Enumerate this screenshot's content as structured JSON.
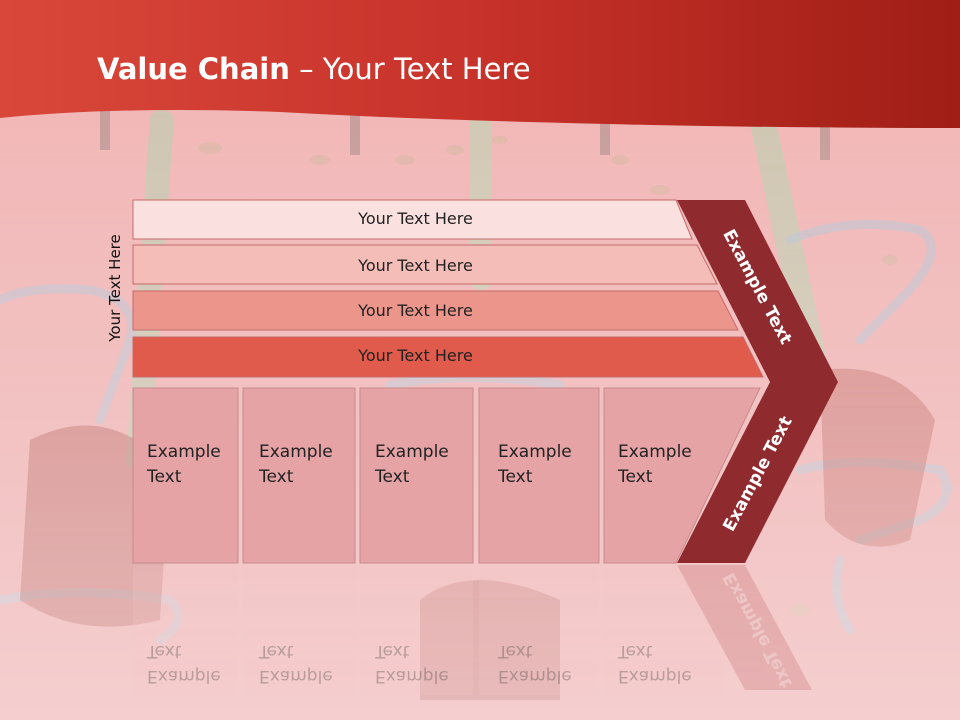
{
  "slide": {
    "title_bold": "Value Chain",
    "title_rest": " – Your Text Here",
    "vertical_label": "Your Text Here",
    "rows": [
      {
        "label": "Your Text Here",
        "color": "#fbe0e0"
      },
      {
        "label": "Your Text Here",
        "color": "#f4bdb7"
      },
      {
        "label": "Your Text Here",
        "color": "#ec968b"
      },
      {
        "label": "Your Text Here",
        "color": "#e05b4c"
      }
    ],
    "columns": [
      {
        "line1": "Example",
        "line2": "Text"
      },
      {
        "line1": "Example",
        "line2": "Text"
      },
      {
        "line1": "Example",
        "line2": "Text"
      },
      {
        "line1": "Example",
        "line2": "Text"
      },
      {
        "line1": "Example",
        "line2": "Text"
      }
    ],
    "chevron_top_label": "Example Text",
    "chevron_bottom_label": "Example Text",
    "colors": {
      "header_red": "#c8332a",
      "chevron_dark": "#8f2a2e",
      "column_fill": "#e5a3a6",
      "background": "#e79a9a"
    }
  }
}
